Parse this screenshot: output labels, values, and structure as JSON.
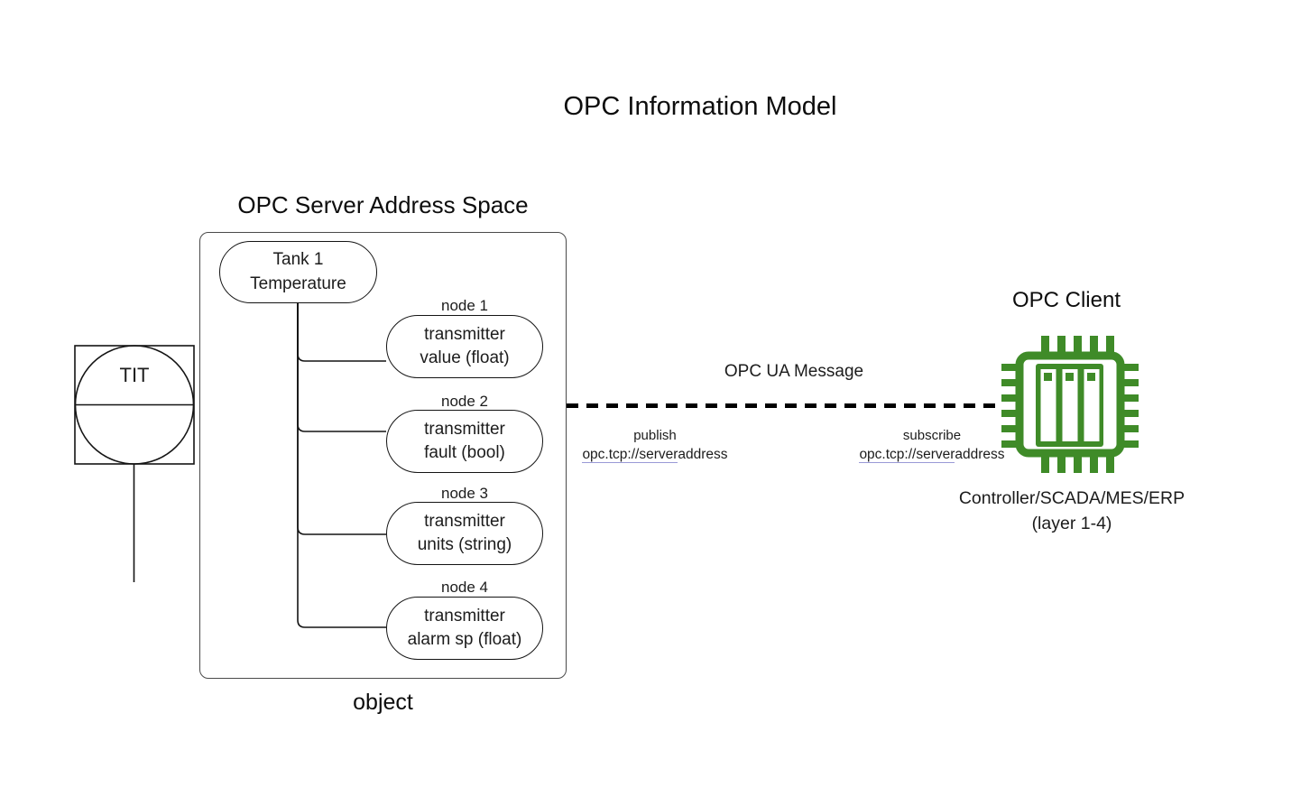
{
  "title": "OPC Information Model",
  "server": {
    "heading": "OPC Server Address Space",
    "object_label": "object",
    "tank": {
      "line1": "Tank 1",
      "line2": "Temperature"
    },
    "nodes": [
      {
        "label": "node 1",
        "line1": "transmitter",
        "line2": "value (float)"
      },
      {
        "label": "node 2",
        "line1": "transmitter",
        "line2": "fault (bool)"
      },
      {
        "label": "node 3",
        "line1": "transmitter",
        "line2": "units (string)"
      },
      {
        "label": "node 4",
        "line1": "transmitter",
        "line2": "alarm sp (float)"
      }
    ]
  },
  "instrument": {
    "tag": "TIT"
  },
  "message": {
    "label": "OPC UA Message",
    "publish": {
      "action": "publish",
      "url_link": "opc.tcp://server",
      "url_rest": "address"
    },
    "subscribe": {
      "action": "subscribe",
      "url_link": "opc.tcp://server",
      "url_rest": "address"
    }
  },
  "client": {
    "heading": "OPC Client",
    "caption_line1": "Controller/SCADA/MES/ERP",
    "caption_line2": "(layer 1-4)"
  },
  "colors": {
    "chip_green": "#3f8b28",
    "line_black": "#000000",
    "url_underline": "#9a9ad6"
  }
}
